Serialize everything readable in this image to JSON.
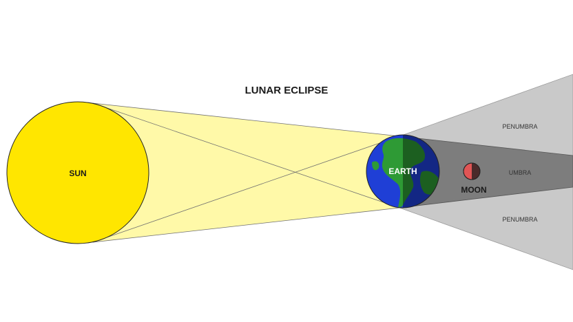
{
  "title": "LUNAR ECLIPSE",
  "labels": {
    "sun": "SUN",
    "earth": "EARTH",
    "moon": "MOON",
    "umbra": "UMBRA",
    "penumbra_top": "PENUMBRA",
    "penumbra_bottom": "PENUMBRA"
  },
  "colors": {
    "sun_fill": "#ffe600",
    "light_cone": "#fff9a8",
    "penumbra": "#c9c9c9",
    "umbra": "#7d7d7d",
    "earth_ocean": "#1f3fd6",
    "earth_land": "#2e9a35",
    "moon_fill": "#e05555",
    "outline": "#222222"
  }
}
